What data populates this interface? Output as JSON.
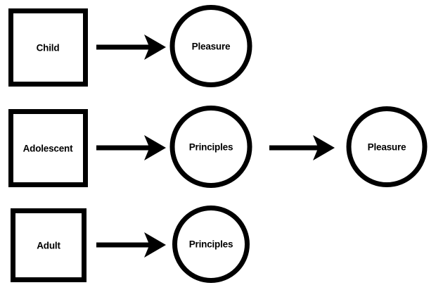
{
  "diagram": {
    "type": "flow-diagram",
    "background_color": "#ffffff",
    "stroke_color": "#000000",
    "rows": [
      {
        "id": "row-child",
        "stage_label": "Child",
        "outcome_label": "Pleasure",
        "shapes": [
          "square",
          "circle"
        ],
        "arrows": 1
      },
      {
        "id": "row-adolescent",
        "stage_label": "Adolescent",
        "outcome_label": "Principles",
        "second_outcome_label": "Pleasure",
        "shapes": [
          "square",
          "circle",
          "circle"
        ],
        "arrows": 2
      },
      {
        "id": "row-adult",
        "stage_label": "Adult",
        "outcome_label": "Principles",
        "shapes": [
          "square",
          "circle"
        ],
        "arrows": 1
      }
    ],
    "labels": {
      "child": "Child",
      "adolescent": "Adolescent",
      "adult": "Adult",
      "pleasure_1": "Pleasure",
      "principles_1": "Principles",
      "pleasure_2": "Pleasure",
      "principles_2": "Principles"
    }
  }
}
